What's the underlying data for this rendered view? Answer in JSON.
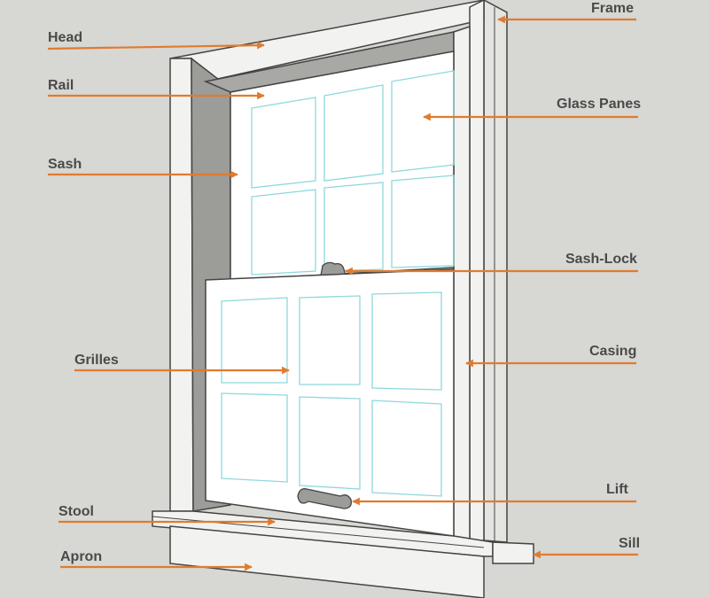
{
  "colors": {
    "background": "#d7d7d3",
    "frame_fill": "#f2f2f0",
    "frame_shadow": "#9c9c99",
    "outline": "#444444",
    "glass": "#ffffff",
    "grille": "#8ed8dc",
    "arrow": "#e07b2f",
    "label": "#4a4a4a"
  },
  "labels": {
    "head": "Head",
    "rail": "Rail",
    "sash": "Sash",
    "grilles": "Grilles",
    "stool": "Stool",
    "apron": "Apron",
    "frame": "Frame",
    "glass_panes": "Glass Panes",
    "sash_lock": "Sash-Lock",
    "casing": "Casing",
    "lift": "Lift",
    "sill": "Sill"
  }
}
